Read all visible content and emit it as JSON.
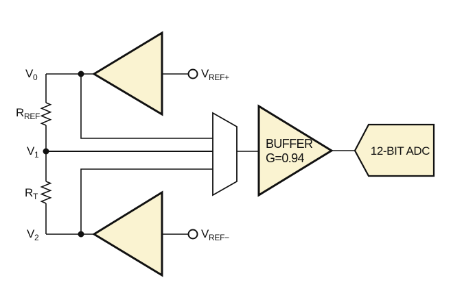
{
  "colors": {
    "background": "#ffffff",
    "component_fill": "#faf3d1",
    "mux_fill": "#ffffff",
    "line": "#111111"
  },
  "rail_labels": {
    "v0": {
      "base": "V",
      "sub": "0"
    },
    "r_ref": {
      "base": "R",
      "sub": "REF"
    },
    "v1": {
      "base": "V",
      "sub": "1"
    },
    "r_t": {
      "base": "R",
      "sub": "T"
    },
    "v2": {
      "base": "V",
      "sub": "2"
    }
  },
  "outputs": {
    "v_ref_plus": {
      "base": "V",
      "sub": "REF+"
    },
    "v_ref_minus": {
      "base": "V",
      "sub": "REF−"
    }
  },
  "buffer_amp": {
    "line1": "BUFFER",
    "line2": "G=0.94"
  },
  "adc_block": {
    "label": "12-BIT ADC"
  }
}
